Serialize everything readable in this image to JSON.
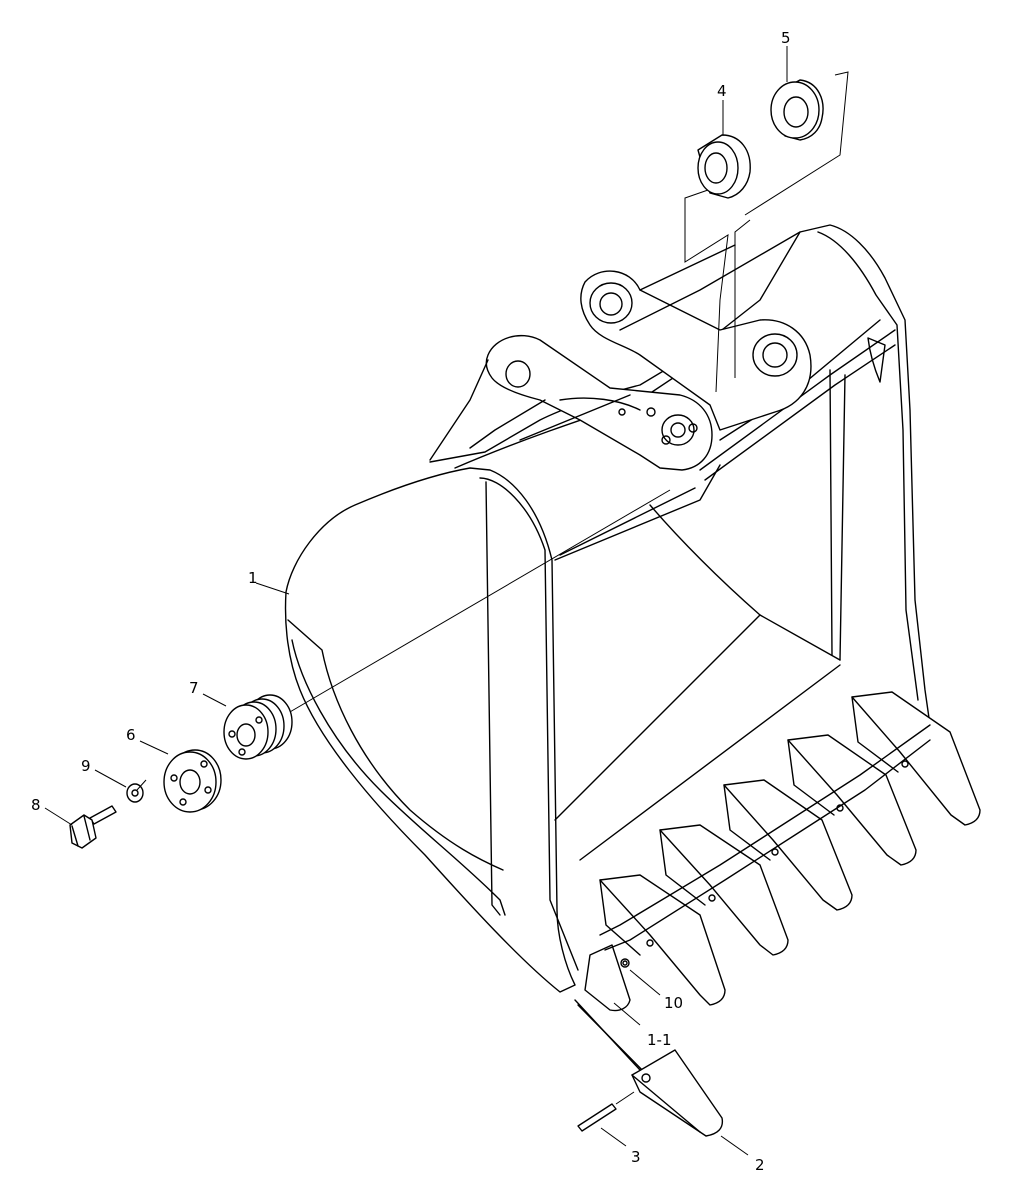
{
  "diagram": {
    "subject": "excavator bucket exploded parts view",
    "callouts": [
      {
        "id": "1",
        "label": "1"
      },
      {
        "id": "1-1",
        "label": "1-1"
      },
      {
        "id": "2",
        "label": "2"
      },
      {
        "id": "3",
        "label": "3"
      },
      {
        "id": "4",
        "label": "4"
      },
      {
        "id": "5",
        "label": "5"
      },
      {
        "id": "6",
        "label": "6"
      },
      {
        "id": "7",
        "label": "7"
      },
      {
        "id": "8",
        "label": "8"
      },
      {
        "id": "9",
        "label": "9"
      },
      {
        "id": "10",
        "label": "10"
      }
    ],
    "colors": {
      "line": "#000000",
      "background": "#ffffff"
    }
  }
}
